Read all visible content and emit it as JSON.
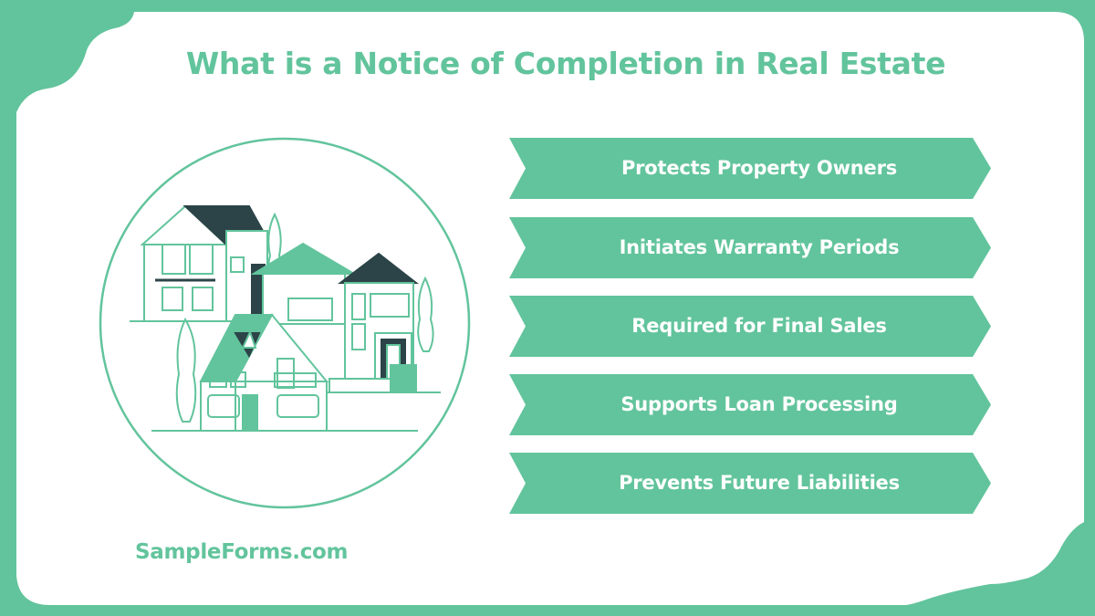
{
  "title": "What is a Notice of Completion in Real Estate",
  "items": [
    {
      "label": "Protects Property Owners"
    },
    {
      "label": "Initiates Warranty Periods"
    },
    {
      "label": "Required for Final Sales"
    },
    {
      "label": "Supports Loan Processing"
    },
    {
      "label": "Prevents Future Liabilities"
    }
  ],
  "brand": "SampleForms.com",
  "colors": {
    "accent": "#62c49c",
    "dark": "#2c4448",
    "background": "#ffffff"
  },
  "illustration": {
    "icon": "houses-neighborhood-icon"
  }
}
